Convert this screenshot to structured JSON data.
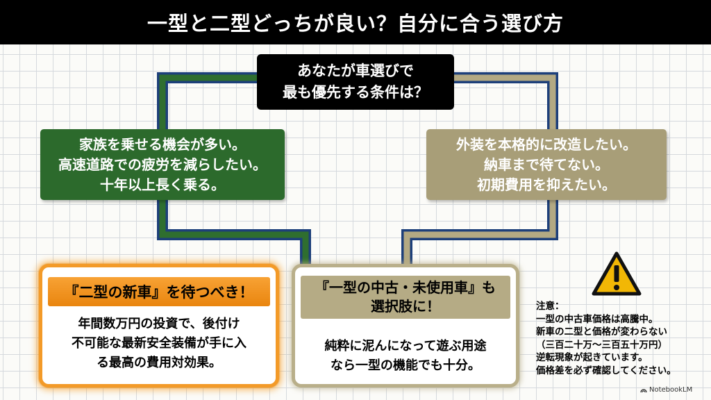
{
  "title": "一型と二型どっちが良い？自分に合う選び方",
  "question": "あなたが車選びで\n最も優先する条件は？",
  "left_condition": "家族を乗せる機会が多い。\n高速道路での疲労を減らしたい。\n十年以上長く乗る。",
  "right_condition": "外装を本格的に改造したい。\n納車まで待てない。\n初期費用を抑えたい。",
  "left_result": {
    "heading": "『二型の新車』を待つべき！",
    "body": "年間数万円の投資で、後付け\n不可能な最新安全装備が手に入\nる最高の費用対効果。"
  },
  "right_result": {
    "heading": "『一型の中古・未使用車』も\n選択肢に！",
    "body": "純粋に泥んになって遊ぶ用途\nなら一型の機能でも十分。"
  },
  "warning_note": "注意：\n一型の中古車価格は高騰中。\n新車の二型と価格が変わらない\n（三百二十万～三百五十万円）\n逆転現象が起きています。\n価格差を必ず確認してください。",
  "brand_label": "NotebookLM",
  "colors": {
    "title_bg": "#000000",
    "green": "#2c6a2c",
    "khaki": "#a89e78",
    "orange": "#f39a28",
    "warning_yellow": "#f2b705"
  },
  "icons": [
    "warning-icon",
    "notebooklm-logo-icon"
  ]
}
